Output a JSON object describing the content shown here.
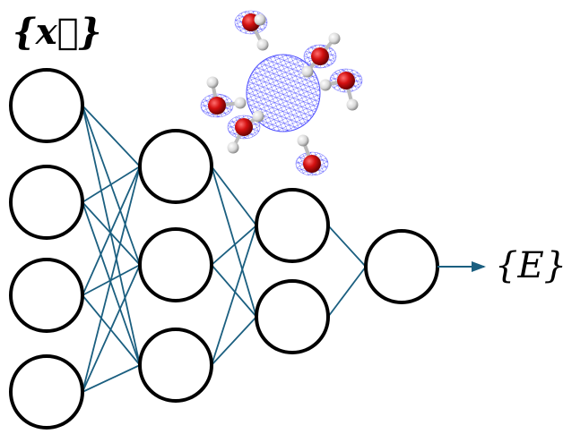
{
  "input_label": "{x⃗}",
  "output_label": "{E}",
  "network": {
    "layers": [
      4,
      3,
      2,
      1
    ]
  },
  "colors": {
    "edge": "#1b5f80",
    "node_stroke": "#000000",
    "mesh": "#3a3aff",
    "oxygen": "#d41010",
    "hydrogen": "#e8e8e8"
  }
}
